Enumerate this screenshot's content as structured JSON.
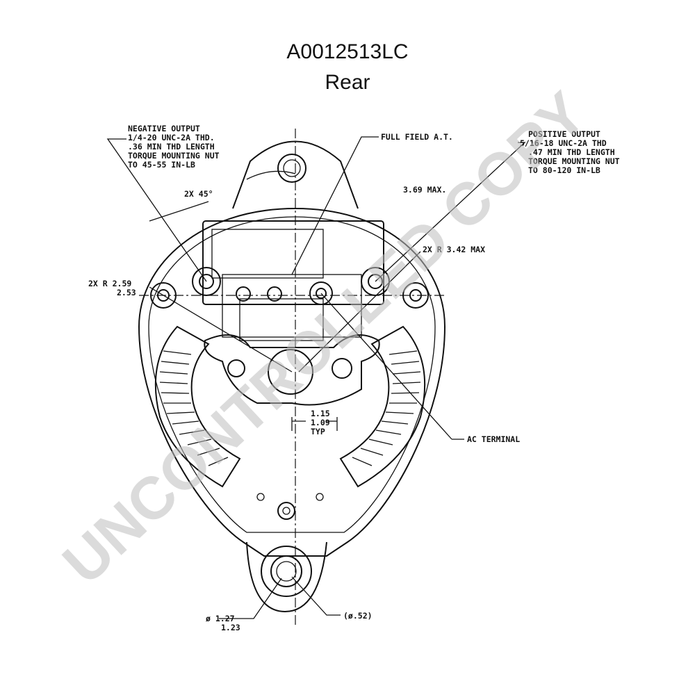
{
  "header": {
    "part_number": "A0012513LC",
    "view": "Rear"
  },
  "callouts": {
    "negative_output": [
      "NEGATIVE OUTPUT",
      "1/4-20 UNC-2A THD.",
      ".36 MIN THD LENGTH",
      "TORQUE MOUNTING NUT",
      "TO 45-55 IN-LB"
    ],
    "positive_output": [
      "POSITIVE OUTPUT",
      "5/16-18 UNC-2A THD",
      ".47 MIN THD LENGTH",
      "TORQUE MOUNTING NUT",
      "TO 80-120 IN-LB"
    ],
    "full_field": "FULL FIELD A.T.",
    "radius_max": "3.69 MAX.",
    "angle": "2X 45°",
    "radius_342": "2X R 3.42 MAX",
    "radius_259": [
      "2X R 2.59",
      "2.53"
    ],
    "spacing": [
      "1.15",
      "1.09",
      "TYP"
    ],
    "ac_terminal": "AC TERMINAL",
    "diameter_127": [
      "ø 1.27",
      "1.23"
    ],
    "diameter_052": "(ø.52)"
  },
  "watermark": "UNCONTROLLED COPY"
}
